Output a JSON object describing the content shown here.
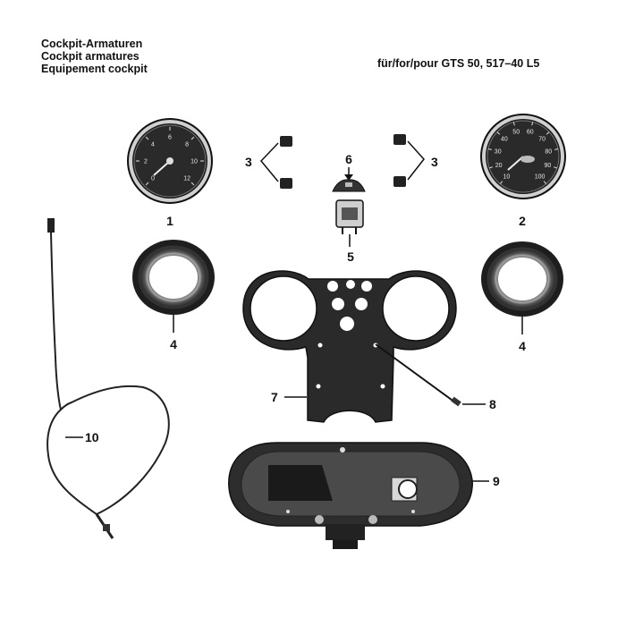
{
  "header": {
    "title_de": "Cockpit-Armaturen",
    "title_en": "Cockpit armatures",
    "title_fr": "Equipement cockpit",
    "model": "für/for/pour GTS 50, 517–40 L5"
  },
  "gauges": {
    "tachometer_ticks": [
      "0",
      "2",
      "4",
      "6",
      "8",
      "10",
      "12"
    ],
    "speedometer_ticks": [
      "10",
      "20",
      "30",
      "40",
      "50",
      "60",
      "70",
      "80",
      "90",
      "100"
    ]
  },
  "callouts": {
    "tachometer": "1",
    "speedometer": "2",
    "indicator_lamp_left": "3",
    "indicator_lamp_right": "3",
    "bezel_left": "4",
    "bezel_right": "4",
    "switch_body": "5",
    "switch_knob": "6",
    "mounting_plate": "7",
    "screw": "8",
    "cover": "9",
    "speedo_cable": "10"
  }
}
